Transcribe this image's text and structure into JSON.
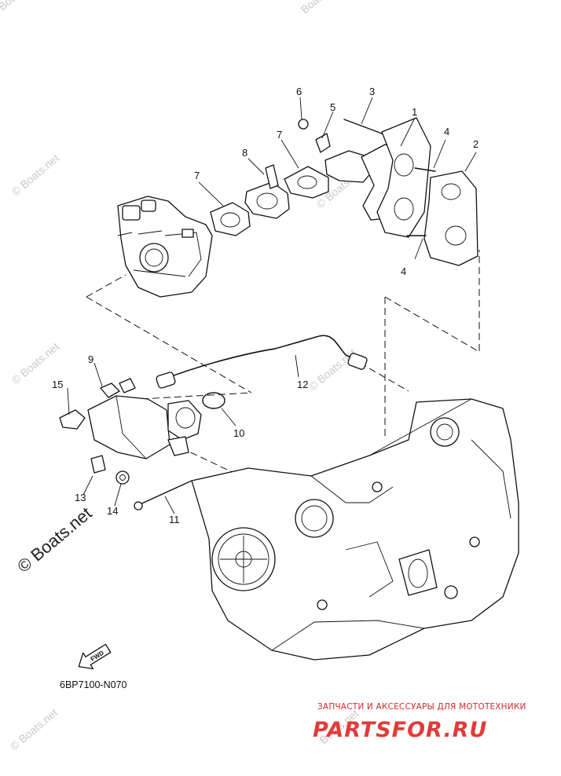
{
  "diagram": {
    "callouts": [
      {
        "id": "c1",
        "label": "1"
      },
      {
        "id": "c2",
        "label": "2"
      },
      {
        "id": "c3",
        "label": "3"
      },
      {
        "id": "c4a",
        "label": "4"
      },
      {
        "id": "c4b",
        "label": "4"
      },
      {
        "id": "c5",
        "label": "5"
      },
      {
        "id": "c6",
        "label": "6"
      },
      {
        "id": "c7a",
        "label": "7"
      },
      {
        "id": "c7b",
        "label": "7"
      },
      {
        "id": "c8",
        "label": "8"
      },
      {
        "id": "c9",
        "label": "9"
      },
      {
        "id": "c10",
        "label": "10"
      },
      {
        "id": "c11",
        "label": "11"
      },
      {
        "id": "c12",
        "label": "12"
      },
      {
        "id": "c13",
        "label": "13"
      },
      {
        "id": "c14",
        "label": "14"
      },
      {
        "id": "c15",
        "label": "15"
      }
    ],
    "reference_code": "6BP7100-N070",
    "fwd_label": "FWD"
  },
  "watermarks": {
    "main": "© Boats.net",
    "repeat": "© Boats.net",
    "repeat_short": "Boats.net"
  },
  "advert": {
    "tagline": "ЗАПЧАСТИ И АКСЕССУАРЫ ДЛЯ МОТОТЕХНИКИ",
    "logo": "PARTSFOR.RU",
    "color": "#e23a3a"
  }
}
